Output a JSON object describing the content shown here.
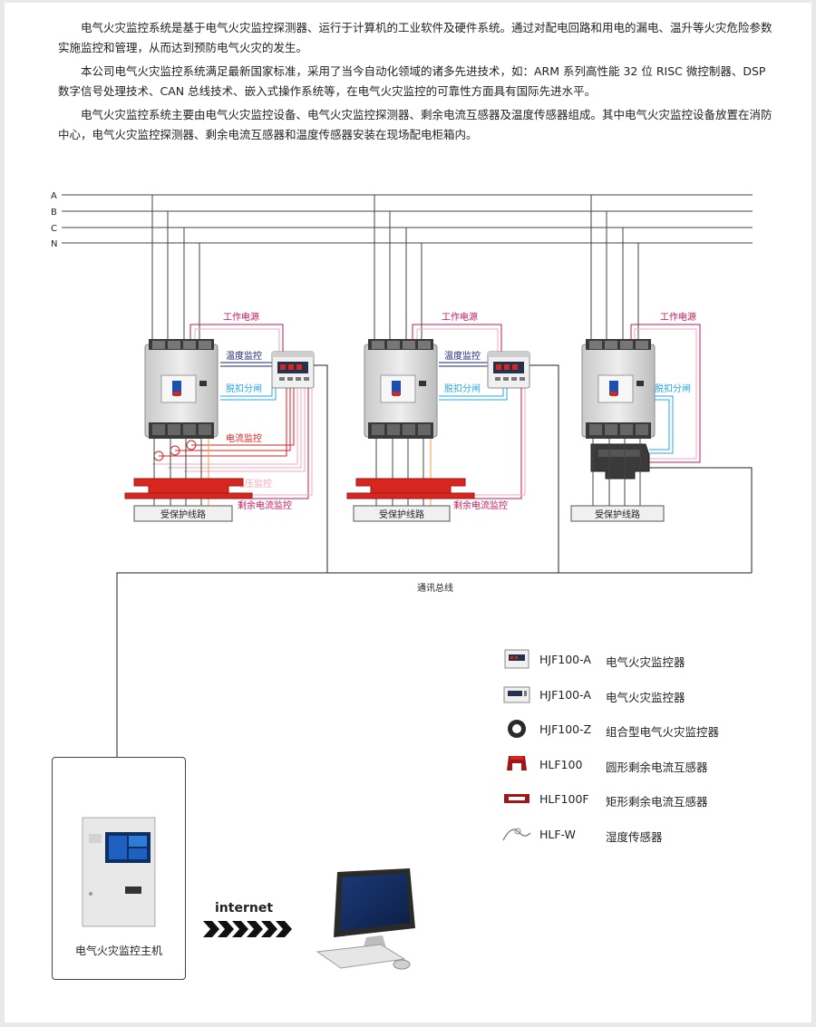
{
  "intro": {
    "paragraphs": [
      "电气火灾监控系统是基于电气火灾监控探测器、运行于计算机的工业软件及硬件系统。通过对配电回路和用电的漏电、温升等火灾危险参数实施监控和管理，从而达到预防电气火灾的发生。",
      "本公司电气火灾监控系统满足最新国家标准，采用了当今自动化领域的诸多先进技术，如：ARM 系列高性能 32 位 RISC 微控制器、DSP 数字信号处理技术、CAN 总线技术、嵌入式操作系统等，在电气火灾监控的可靠性方面具有国际先进水平。",
      "电气火灾监控系统主要由电气火灾监控设备、电气火灾监控探测器、剩余电流互感器及温度传感器组成。其中电气火灾监控设备放置在消防中心，电气火灾监控探测器、剩余电流互感器和温度传感器安装在现场配电柜箱内。"
    ]
  },
  "phases": [
    "A",
    "B",
    "C",
    "N"
  ],
  "units": [
    {
      "power_label": "工作电源",
      "temp_label": "温度监控",
      "trip_label": "脱扣分闸",
      "current_label": "电流监控",
      "voltage_label": "电压监控",
      "residual_label": "剩余电流监控",
      "line_label": "受保护线路"
    },
    {
      "power_label": "工作电源",
      "temp_label": "温度监控",
      "trip_label": "脱扣分闸",
      "residual_label": "剩余电流监控",
      "line_label": "受保护线路"
    },
    {
      "power_label": "工作电源",
      "trip_label": "脱扣分闸",
      "line_label": "受保护线路"
    }
  ],
  "bus_label": "通讯总线",
  "legend": [
    {
      "model": "HJF100-A",
      "desc": "电气火灾监控器",
      "icon": "rail-monitor-icon"
    },
    {
      "model": "HJF100-A",
      "desc": "电气火灾监控器",
      "icon": "rail-monitor-icon"
    },
    {
      "model": "HJF100-Z",
      "desc": "组合型电气火灾监控器",
      "icon": "ring-ct-monitor-icon"
    },
    {
      "model": "HLF100",
      "desc": "圆形剩余电流互感器",
      "icon": "round-ct-icon"
    },
    {
      "model": "HLF100F",
      "desc": "矩形剩余电流互感器",
      "icon": "rect-ct-icon"
    },
    {
      "model": "HLF-W",
      "desc": "湿度传感器",
      "icon": "probe-sensor-icon"
    }
  ],
  "host_label": "电气火灾监控主机",
  "internet_label": "internet",
  "colors": {
    "power": "#c2185b",
    "temp": "#1a237e",
    "trip": "#29a9e1",
    "current": "#d62020",
    "voltage": "#f4a8b8",
    "residual": "#c2185b",
    "red_ct": "#d7261e",
    "bus": "#222222"
  }
}
